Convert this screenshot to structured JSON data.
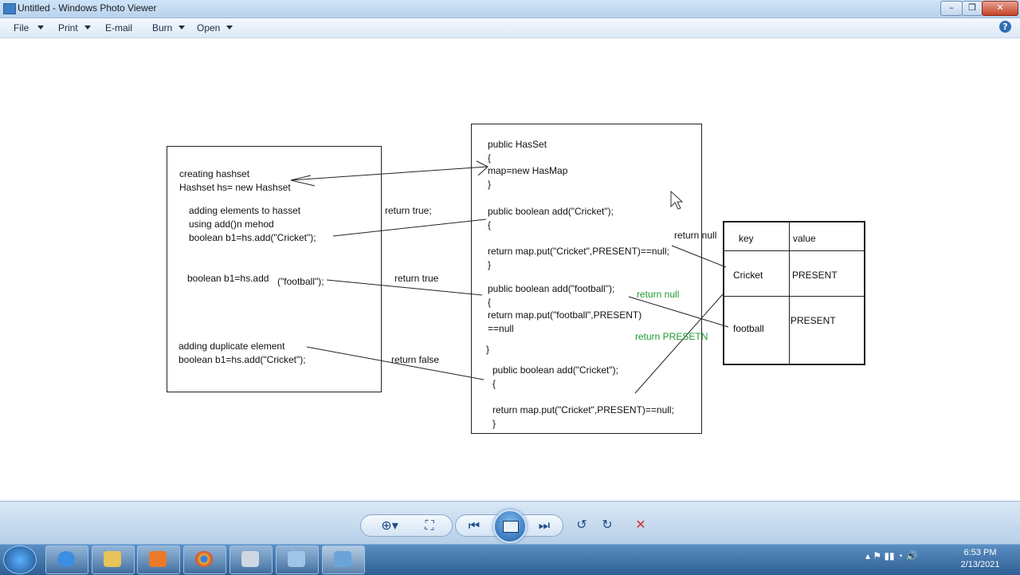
{
  "window": {
    "title": "Untitled - Windows Photo Viewer",
    "min": "–",
    "max": "❐",
    "close": "✕"
  },
  "menu": {
    "file": "File",
    "print": "Print",
    "email": "E-mail",
    "burn": "Burn",
    "open": "Open",
    "help": "?"
  },
  "diagram": {
    "left_box": {
      "line1": "creating hashset",
      "line2": "Hashset hs= new Hashset",
      "line3": "adding elements to hasset",
      "line4": "using add()n mehod",
      "line5": "boolean b1=hs.add(\"Cricket\");",
      "line6": "boolean b1=hs.add",
      "line6b": "(\"football\");",
      "line7": "adding duplicate element",
      "line8": "boolean b1=hs.add(\"Cricket\");"
    },
    "mid_labels": {
      "return_true_1": "return true;",
      "return_true_2": "return true",
      "return_false": "return false"
    },
    "right_box": {
      "l1": "public HasSet",
      "l2": "{",
      "l3": "map=new HasMap",
      "l4": "}",
      "l5": "public boolean add(\"Cricket\");",
      "l6": "{",
      "l7": "return map.put(\"Cricket\",PRESENT)==null;",
      "l8": "}",
      "l9": "public boolean add(\"football\");",
      "l10": "{",
      "l11": "return map.put(\"football\",PRESENT)",
      "l12": "==null",
      "l13": "}",
      "l14": "public boolean add(\"Cricket\");",
      "l15": "{",
      "l16": "return map.put(\"Cricket\",PRESENT)==null;",
      "l17": "}"
    },
    "annotations": {
      "return_null_black": "return null",
      "return_null_green": "return null",
      "return_presetn": "return PRESETN"
    },
    "table": {
      "header_key": "key",
      "header_value": "value",
      "row1_key": "Cricket",
      "row1_value": "PRESENT",
      "row2_key": "football",
      "row2_value": "PRESENT"
    }
  },
  "toolbar": {
    "zoom_icon": "zoom-icon",
    "fit_icon": "fit-icon",
    "prev_icon": "previous-icon",
    "next_icon": "next-icon"
  },
  "taskbar": {
    "time": "6:53 PM",
    "date": "2/13/2021"
  },
  "colors": {
    "annotation_green": "#1f9a2e",
    "delete_red": "#d0342c"
  }
}
